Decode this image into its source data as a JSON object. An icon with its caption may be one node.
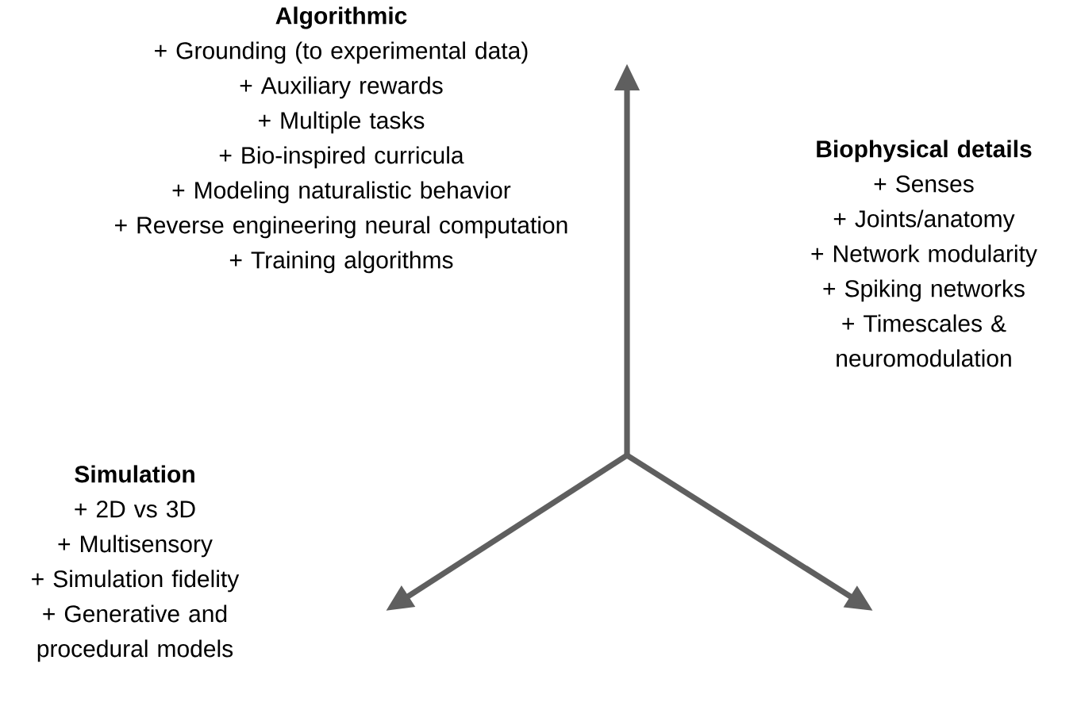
{
  "diagram": {
    "labels": [
      "Algorithmic",
      "+ Grounding (to experimental data)",
      "+ Auxiliary rewards",
      "+ Multiple tasks",
      "+ Bio-inspired curricula",
      "+ Modeling naturalistic behavior",
      "+ Reverse engineering neural computation",
      "+ Training algorithms",
      "Biophysical details",
      "+ Senses",
      "+ Joints/anatomy",
      "+ Network modularity",
      "+ Spiking networks",
      "+ Timescales & neuromodulation",
      "Simulation",
      "+ 2D vs 3D",
      "+ Multisensory",
      "+ Simulation fidelity",
      "+ Generative and procedural models"
    ]
  }
}
